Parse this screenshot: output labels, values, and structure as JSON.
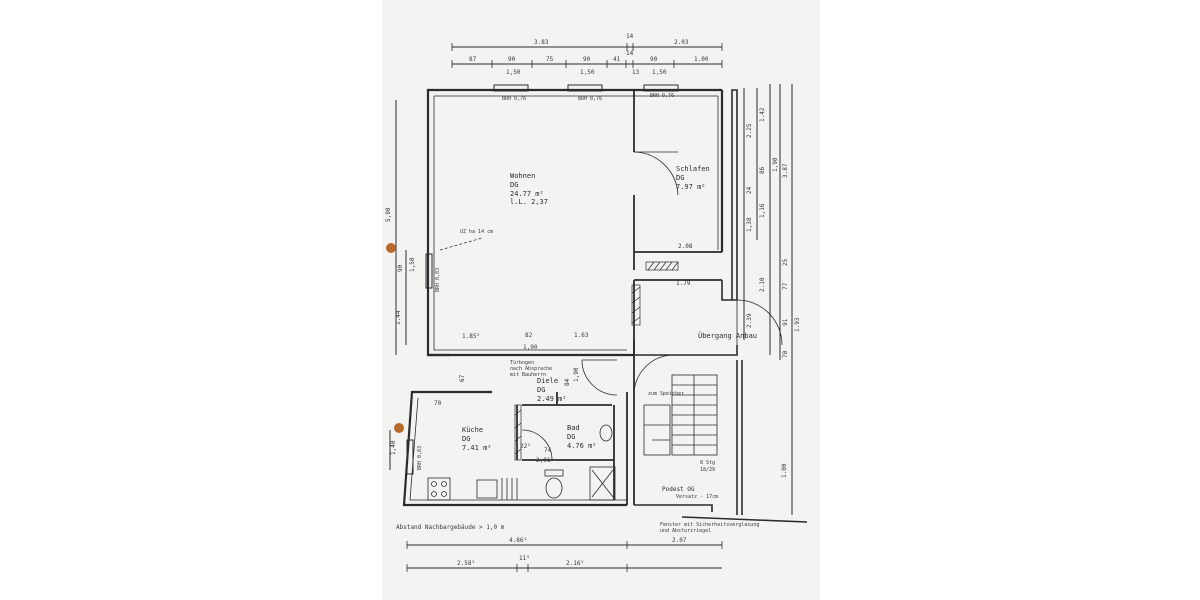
{
  "colors": {
    "paper": "#f3f3f1",
    "ink": "#2b2b2b",
    "hole": "#b86a2a"
  },
  "dimensions": {
    "top1": [
      "3.83",
      "14",
      "2.03"
    ],
    "top2": [
      "87",
      "90",
      "75",
      "90",
      "41",
      "14",
      "90",
      "1.00"
    ],
    "top3": [
      "1,50",
      "1,50",
      "13",
      "1,50"
    ],
    "left": [
      "5,90",
      "90",
      "1,50",
      "1.44",
      "1,40"
    ],
    "right": [
      "2.25",
      "1.42",
      "86",
      "1,90",
      "3.87",
      "24",
      "1,16",
      "1,38",
      "2.10",
      "25",
      "77",
      "2.39",
      "91",
      "1.93",
      "70",
      "1.00"
    ],
    "bottom": [
      "4.86⁵",
      "2.07",
      "2.58⁵",
      "11⁵",
      "2.16⁵"
    ],
    "inner": [
      "1.85⁵",
      "82",
      "1.63",
      "1,90",
      "2.08",
      "1.79",
      "67",
      "70",
      "84",
      "1,90",
      "2,01",
      "74",
      "22⁵"
    ]
  },
  "windows": [
    "BRH 0,76",
    "BRH 0,76",
    "BRH 0,76",
    "BRH 0,83",
    "BRH 0,83"
  ],
  "notes": {
    "uz": "UZ ha 14 cm",
    "tuerbogen": [
      "Türbogen",
      "nach Absprache",
      "mit Bauherrn"
    ],
    "speicher": "zum Speicher",
    "steps": [
      "8 Stg",
      "18/29"
    ],
    "versatz": "Versatz - 17cm",
    "fenster": [
      "Fenster mit Sicherheitsverglasung",
      "und Absturzriegel"
    ],
    "abstand": "Abstand Nachbargebäude > 1,0 m"
  },
  "rooms": {
    "wohnen": [
      "Wohnen",
      "DG",
      "24.77 m²",
      "l.L. 2,37"
    ],
    "schlafen": [
      "Schlafen",
      "DG",
      "7.97 m²"
    ],
    "diele": [
      "Diele",
      "DG",
      "2.49 m²"
    ],
    "kueche": [
      "Küche",
      "DG",
      "7.41 m²"
    ],
    "bad": [
      "Bad",
      "DG",
      "4.76 m²"
    ],
    "uebergang": "Übergang Anbau",
    "podest": "Podest OG"
  }
}
